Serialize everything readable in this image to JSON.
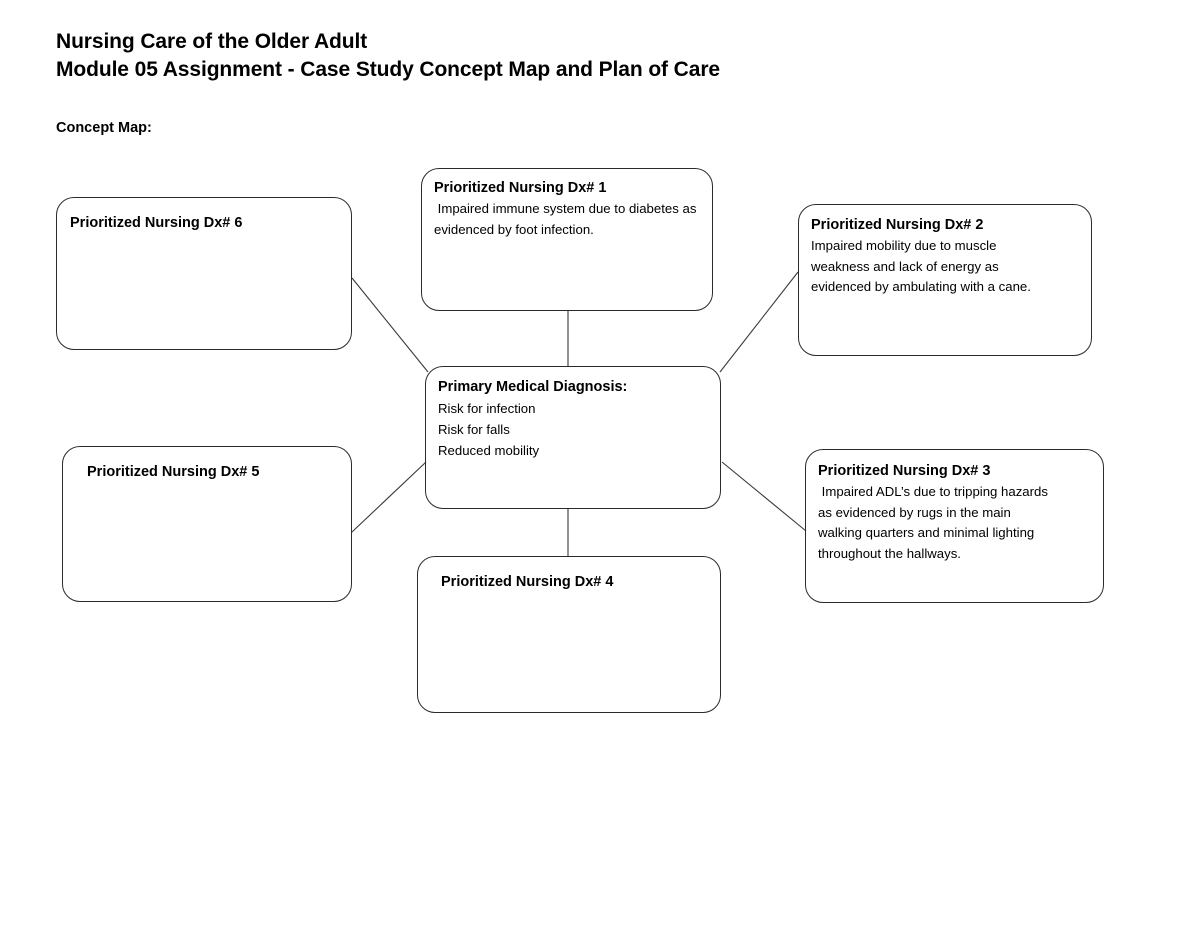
{
  "document": {
    "heading_line_1": "Nursing Care of the Older Adult",
    "heading_line_2": "Module 05 Assignment - Case Study Concept Map and Plan of Care",
    "section_label": "Concept Map:"
  },
  "concept_map": {
    "nodes": [
      {
        "id": "dx6",
        "title": "Prioritized Nursing Dx# 6",
        "body": ""
      },
      {
        "id": "dx5",
        "title": "Prioritized Nursing Dx# 5",
        "body": ""
      },
      {
        "id": "dx1",
        "title": "Prioritized Nursing Dx# 1",
        "body": " Impaired immune system due to diabetes as\nevidenced by foot infection."
      },
      {
        "id": "center",
        "title": "Primary Medical Diagnosis:",
        "list": [
          "Risk for infection",
          "Risk for falls",
          "Reduced mobility"
        ]
      },
      {
        "id": "dx4",
        "title": "Prioritized Nursing Dx# 4",
        "body": ""
      },
      {
        "id": "dx2",
        "title": "Prioritized Nursing Dx# 2",
        "body": "Impaired mobility due to muscle\nweakness and lack of energy as\nevidenced by ambulating with a cane."
      },
      {
        "id": "dx3",
        "title": "Prioritized Nursing Dx# 3",
        "body": " Impaired ADL’s due to tripping hazards\nas evidenced by rugs in the main\nwalking quarters and minimal lighting\nthroughout the hallways."
      }
    ]
  },
  "colors": {
    "page_background": "#ffffff",
    "text": "#000000",
    "node_border": "#2b2b2b",
    "connector": "#3a3a3a"
  }
}
